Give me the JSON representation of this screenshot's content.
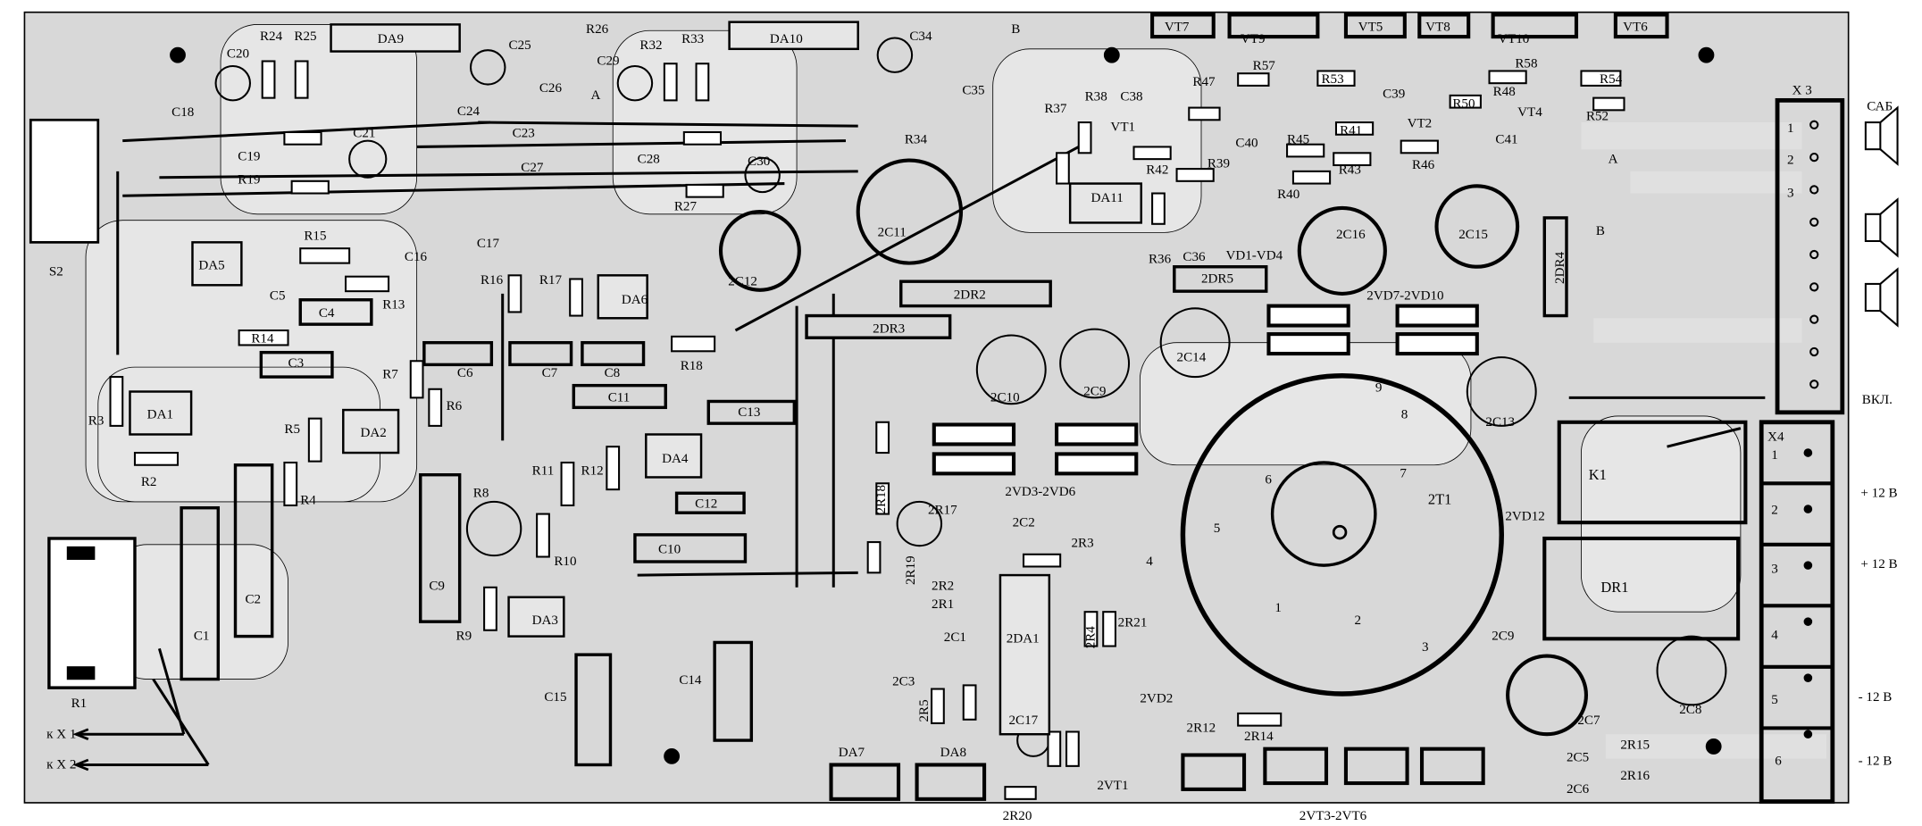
{
  "title": "PCB layout",
  "colors": {
    "board": "#d8d8d8",
    "trace": "#e8e8e8",
    "ink": "#000000",
    "background": "#ffffff"
  },
  "labels": {
    "DA9": "DA9",
    "R24": "R24",
    "R25": "R25",
    "C20": "C20",
    "R26": "R26",
    "C25": "C25",
    "C26": "C26",
    "A1": "A",
    "C29": "C29",
    "R32": "R32",
    "R33": "R33",
    "DA10": "DA10",
    "C34": "C34",
    "B1": "B",
    "C35": "C35",
    "C18": "C18",
    "C24": "C24",
    "C23": "C23",
    "R34": "R34",
    "C21": "C21",
    "C19": "C19",
    "R19": "R19",
    "C27": "C27",
    "C28": "C28",
    "C30": "C30",
    "R27": "R27",
    "2C11": "2C11",
    "2C12": "2C12",
    "S2": "S2",
    "DA5": "DA5",
    "R15": "R15",
    "C16": "C16",
    "C17": "C17",
    "R16": "R16",
    "R17": "R17",
    "DA6": "DA6",
    "C5": "C5",
    "C4": "C4",
    "R13": "R13",
    "R14": "R14",
    "C3": "C3",
    "C6": "C6",
    "C7": "C7",
    "C8": "C8",
    "R18": "R18",
    "2DR2": "2DR2",
    "2DR3": "2DR3",
    "R7": "R7",
    "R6": "R6",
    "C11": "C11",
    "C13": "C13",
    "R3": "R3",
    "DA1": "DA1",
    "R2": "R2",
    "R5": "R5",
    "DA2": "DA2",
    "R4": "R4",
    "DA4": "DA4",
    "R11": "R11",
    "R12": "R12",
    "R8": "R8",
    "C12": "C12",
    "R10": "R10",
    "C10": "C10",
    "C9": "C9",
    "C1": "C1",
    "C2": "C2",
    "R9": "R9",
    "DA3": "DA3",
    "R1": "R1",
    "kX1": "к X 1",
    "kX2": "к X 2",
    "C15": "C15",
    "C14": "C14",
    "DA7": "DA7",
    "DA8": "DA8",
    "2R20": "2R20",
    "2VT1": "2VT1",
    "2R18": "2R18",
    "2R19": "2R19",
    "2R17": "2R17",
    "2C2": "2C2",
    "2R3": "2R3",
    "2R2": "2R2",
    "2R1": "2R1",
    "2C1": "2C1",
    "2DA1": "2DA1",
    "2R4": "2R4",
    "2R21": "2R21",
    "2C3": "2C3",
    "2R5": "2R5",
    "2C17": "2C17",
    "2VD2": "2VD2",
    "2R12": "2R12",
    "2R14": "2R14",
    "2VT36": "2VT3-2VT6",
    "2C5": "2C5",
    "2C6": "2C6",
    "2R15": "2R15",
    "2R16": "2R16",
    "2C7": "2C7",
    "2C8": "2C8",
    "2C9b": "2C9",
    "2T1": "2T1",
    "2VD12": "2VD12",
    "K1": "K1",
    "DR1": "DR1",
    "2VD36": "2VD3-2VD6",
    "2C10": "2C10",
    "2C9a": "2C9",
    "2C14": "2C14",
    "2C13": "2C13",
    "2VD710": "2VD7-2VD10",
    "2C16": "2C16",
    "2C15": "2C15",
    "2DR4": "2DR4",
    "2DR5": "2DR5",
    "R36": "R36",
    "C36": "C36",
    "VD14": "VD1-VD4",
    "DA11": "DA11",
    "R42": "R42",
    "R39": "R39",
    "R40": "R40",
    "R43": "R43",
    "R46": "R46",
    "R45": "R45",
    "R41": "R41",
    "C40": "C40",
    "VT1": "VT1",
    "C38": "C38",
    "R38": "R38",
    "R37": "R37",
    "R47": "R47",
    "R57": "R57",
    "R53": "R53",
    "C39": "C39",
    "VT2": "VT2",
    "R48": "R48",
    "R58": "R58",
    "R50": "R50",
    "C41": "C41",
    "VT4": "VT4",
    "R54": "R54",
    "R52": "R52",
    "VT7": "VT7",
    "VT9": "VT9",
    "VT5": "VT5",
    "VT8": "VT8",
    "VT10": "VT10",
    "VT6": "VT6",
    "X3": "X 3",
    "SAB": "САБ",
    "VKL": "ВКЛ.",
    "X4": "X4",
    "p12a": "+ 12 В",
    "p12b": "+ 12 В",
    "m12a": "- 12 В",
    "m12b": "- 12 В",
    "A2": "A",
    "B2": "B",
    "t1": "1",
    "t2": "2",
    "t3": "3",
    "t4": "4",
    "t5": "5",
    "t6": "6",
    "t7": "7",
    "t8": "8",
    "t9": "9",
    "x31": "1",
    "x32": "2",
    "x33": "3",
    "x41": "1",
    "x42": "2",
    "x43": "3",
    "x44": "4",
    "x45": "5",
    "x46": "6"
  }
}
